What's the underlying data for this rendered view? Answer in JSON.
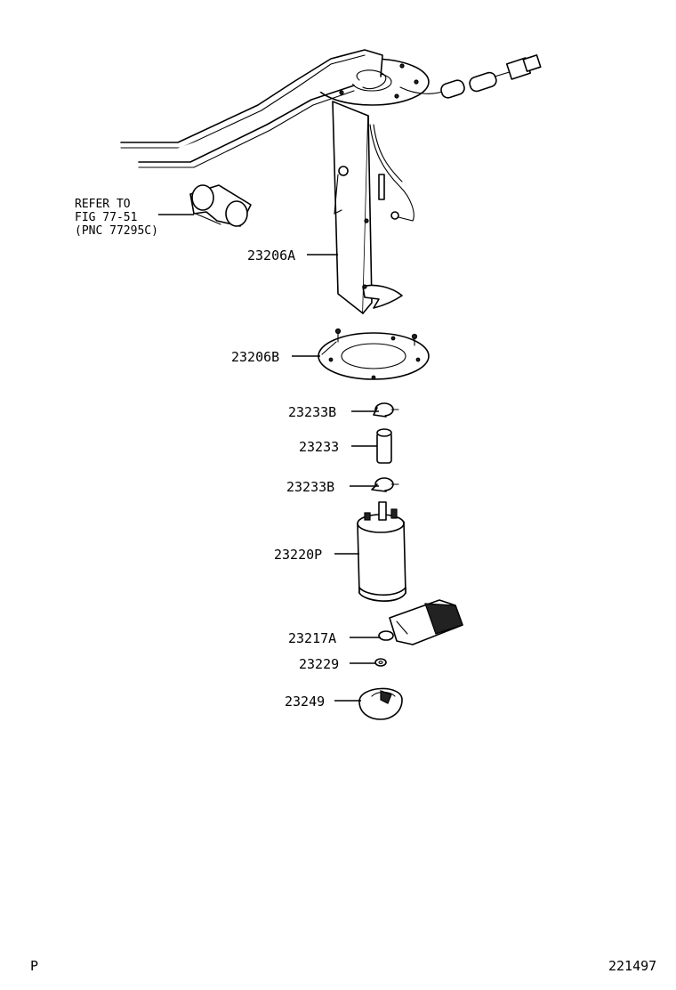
{
  "diagram": {
    "reference_note": {
      "line1": "REFER TO",
      "line2": "FIG 77-51",
      "line3": "(PNC 77295C)"
    },
    "callouts": [
      {
        "id": "23206A",
        "label": "23206A"
      },
      {
        "id": "23206B",
        "label": "23206B"
      },
      {
        "id": "23233B_top",
        "label": "23233B"
      },
      {
        "id": "23233",
        "label": "23233"
      },
      {
        "id": "23233B_bottom",
        "label": "23233B"
      },
      {
        "id": "23220P",
        "label": "23220P"
      },
      {
        "id": "23217A",
        "label": "23217A"
      },
      {
        "id": "23229",
        "label": "23229"
      },
      {
        "id": "23249",
        "label": "23249"
      }
    ],
    "corner_left": "P",
    "corner_right": "221497"
  }
}
